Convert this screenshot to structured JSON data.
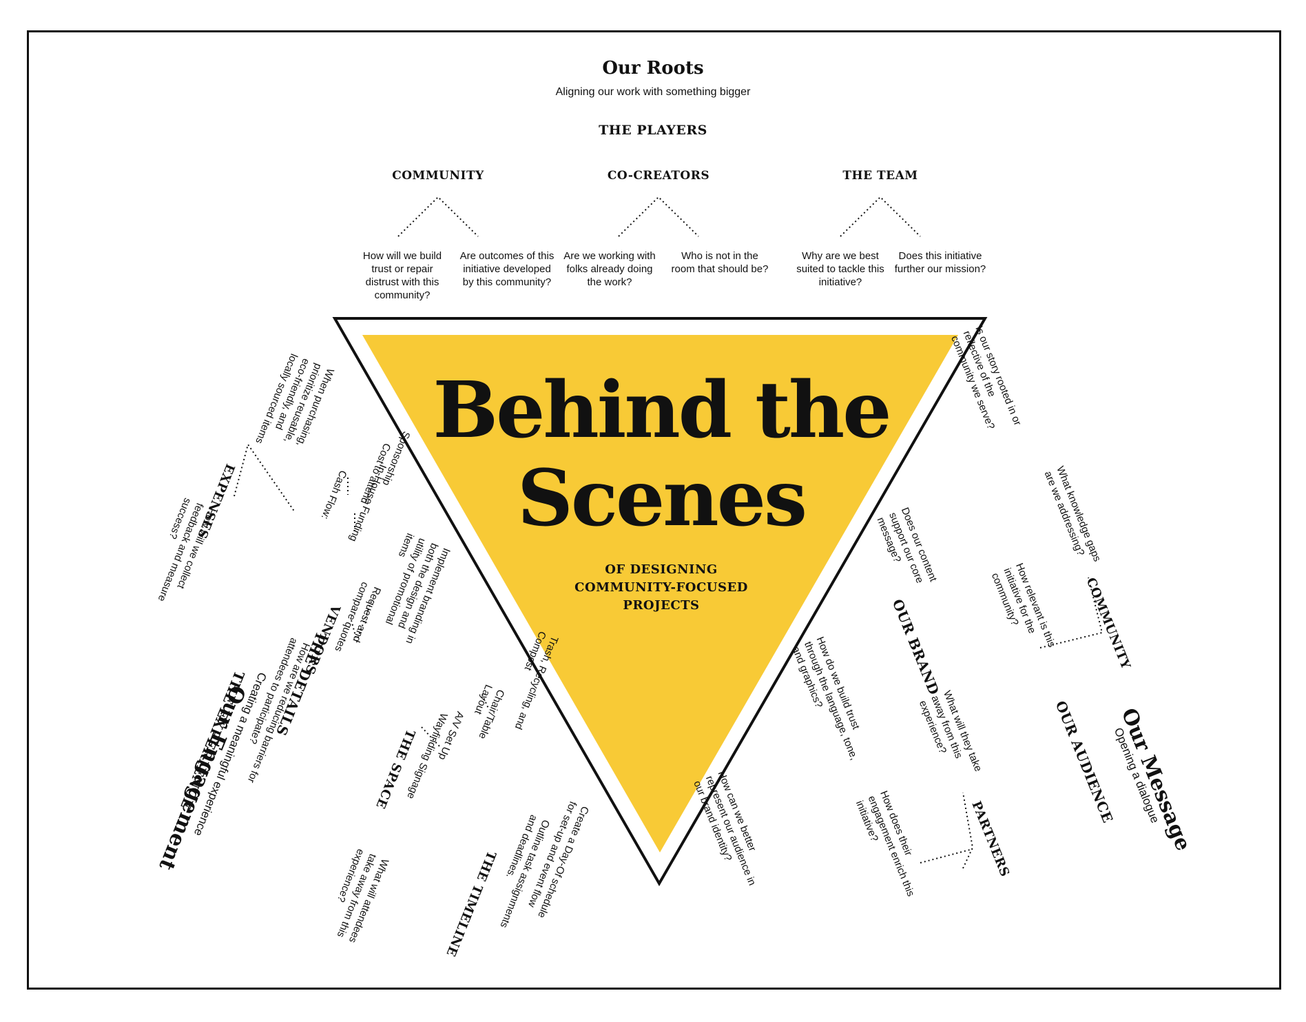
{
  "header": {
    "title": "Our Roots",
    "subtitle": "Aligning our work with something bigger",
    "players_heading": "THE PLAYERS"
  },
  "players": [
    {
      "name": "COMMUNITY",
      "questions": [
        "How will we build\ntrust or repair\ndistrust with this\ncommunity?",
        "Are outcomes of this\ninitiative developed\nby this community?"
      ]
    },
    {
      "name": "CO-CREATORS",
      "questions": [
        "Are we working with\nfolks already doing\nthe work?",
        "Who is not in the\nroom that should be?"
      ]
    },
    {
      "name": "THE TEAM",
      "questions": [
        "Why are we best\nsuited to tackle this\ninitiative?",
        "Does this initiative\nfurther our mission?"
      ]
    }
  ],
  "center": {
    "title_line1": "Behind the",
    "title_line2": "Scenes",
    "subtitle": "OF DESIGNING\nCOMMUNITY-FOCUSED\nPROJECTS"
  },
  "left": {
    "section_title": "Our Engagement",
    "section_subtitle": "Creating a meaningful experience",
    "the_experience": "THE EXPERIENCE",
    "experience_q": "How are we reducing barriers for\nattendees to participate?",
    "the_details": "THE DETAILS",
    "expenses": "EXPENSES",
    "expenses_q": "When purchasing,\nprioritize reusable,\neco-friendly, and\nlocally sourced items",
    "cash_flow": "Cash Flow:",
    "cash_items": [
      "In-House Funding",
      "Cost to attend",
      "Sponsorship"
    ],
    "feedback_q": "How will we collect\nfeedback and measure\nsuccess?",
    "vendors": "VENDORS",
    "vendors_q1": "Request and\ncompare quotes",
    "vendors_q2": "Implement branding in\nboth the design and\nutility of promotional\nitems",
    "the_space": "THE SPACE",
    "space_items": [
      "Wayfinding Signage",
      "A/V Set Up",
      "Chair/Table\nLayout",
      "Trash, Recycling, and\nCompost"
    ],
    "the_timeline": "THE TIMELINE",
    "timeline_q": "Create a Day-Of schedule\nfor set-up and event flow",
    "timeline_q2": "Outline task assignments\nand deadlines.",
    "takeaway_q": "What will attendees\ntake away from this\nexperience?"
  },
  "right": {
    "section_title": "Our Message",
    "section_subtitle": "Opening a dialogue",
    "our_audience": "OUR AUDIENCE",
    "community": "COMMUNITY",
    "community_q1": "What knowledge gaps\nare we addressing?",
    "community_q2": "How relevant is this\ninitiative for the\ncommunity?",
    "partners": "PARTNERS",
    "partners_q1": "What will they take\naway from this\nexperience?",
    "partners_q2": "How does their\nengagement enrich this\ninitiative?",
    "our_brand": "OUR BRAND",
    "brand_q1": "Does our content\nsupport our core\nmessage?",
    "brand_q2": "How do we build trust\nthrough the language, tone,\nand graphics?",
    "brand_q3": "How can we better\nrepresent our audience in\nour brand identity?",
    "story_q": "Is our story rooted in or\nreflective of the\ncommunity we serve?"
  },
  "colors": {
    "triangle": "#f8ca36",
    "ink": "#111111"
  }
}
